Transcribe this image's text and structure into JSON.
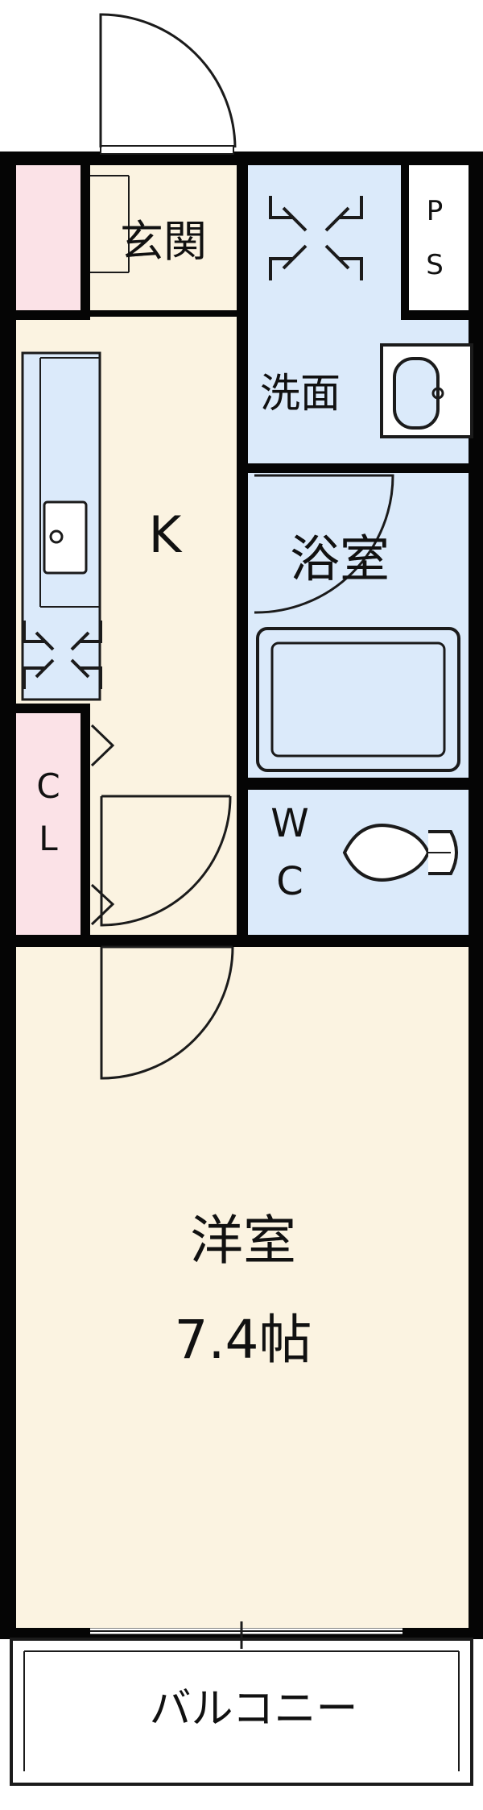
{
  "colors": {
    "entrance_kitchen": "#fbf3e1",
    "wet_area": "#dbeafa",
    "closet": "#fbe2e7",
    "wall": "#050505",
    "fixture_line": "#1b1b1b",
    "background": "#ffffff"
  },
  "rooms": {
    "entrance": "玄関",
    "kitchen": "K",
    "pipe_space_top": "P",
    "pipe_space_bottom": "S",
    "washroom": "洗面",
    "bathroom": "浴室",
    "closet_top": "C",
    "closet_bottom": "L",
    "toilet_top": "W",
    "toilet_bottom": "C",
    "western_room": "洋室",
    "western_room_size": "7.4帖",
    "balcony": "バルコニー"
  },
  "icons": {
    "washing_machine": "washer-placeholder-icon",
    "refrigerator": "refrigerator-placeholder-icon",
    "sink": "sink-icon",
    "bathtub": "bathtub-icon",
    "toilet": "toilet-icon",
    "entrance_door": "door-swing-icon"
  }
}
